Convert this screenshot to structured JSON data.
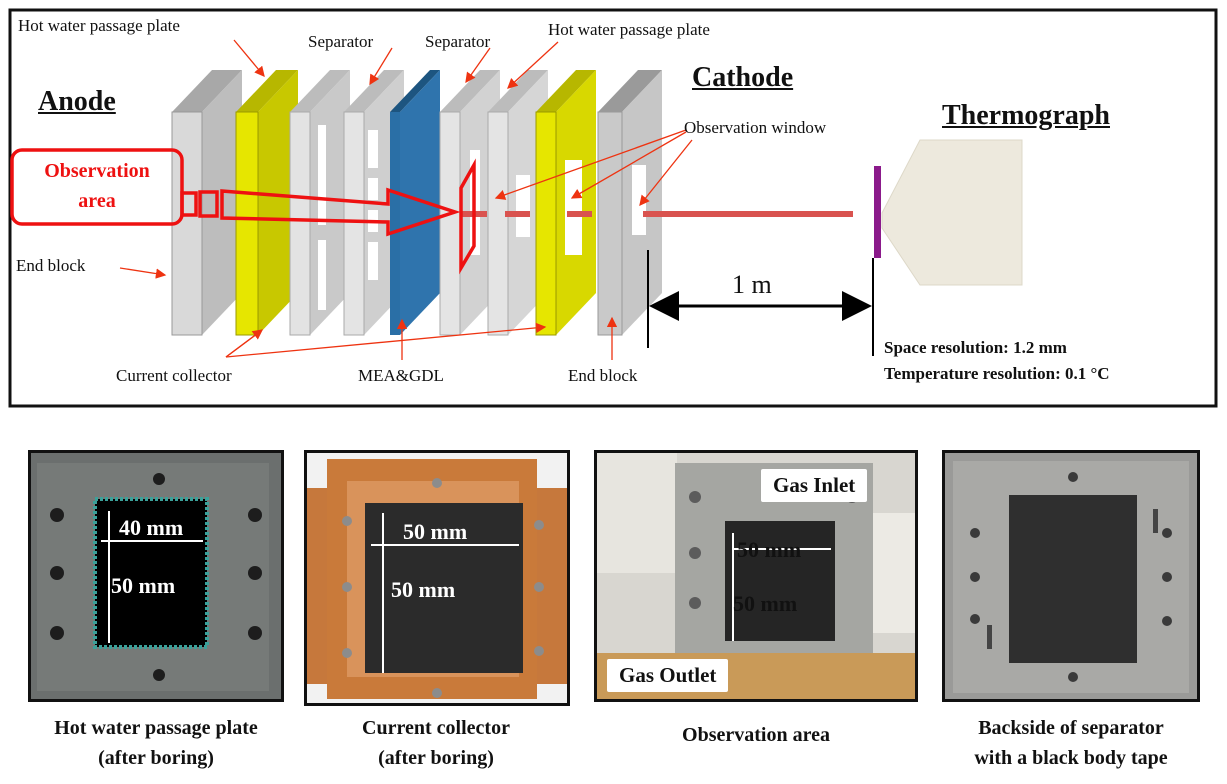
{
  "diagram": {
    "labels": {
      "hot_water_plate_left": "Hot water passage plate",
      "separator_1": "Separator",
      "separator_2": "Separator",
      "hot_water_plate_right": "Hot water passage plate",
      "anode": "Anode",
      "cathode": "Cathode",
      "thermograph": "Thermograph",
      "observation_area_line1": "Observation",
      "observation_area_line2": "area",
      "observation_window": "Observation window",
      "end_block_left": "End block",
      "current_collector": "Current collector",
      "mea_gdl": "MEA&GDL",
      "end_block_right": "End block",
      "distance": "1 m",
      "space_resolution": "Space resolution: 1.2 mm",
      "temperature_resolution": "Temperature resolution: 0.1 °C"
    },
    "colors": {
      "frame": "#111111",
      "plate_gray": "#d6d6d6",
      "plate_yellow": "#e6e600",
      "mea_blue": "#2a6fa6",
      "annotation_red": "#ee1111",
      "beam": "#d9534f",
      "thermograph_bar": "#8b1a8b",
      "thermograph_body": "#ede9dd"
    }
  },
  "photos": [
    {
      "caption_line1": "Hot water passage plate",
      "caption_line2": "(after boring)",
      "dims": [
        "40 mm",
        "50 mm"
      ]
    },
    {
      "caption_line1": "Current  collector",
      "caption_line2": "(after boring)",
      "dims": [
        "50 mm",
        "50 mm"
      ]
    },
    {
      "caption_line1": "Observation  area",
      "caption_line2": "",
      "dims": [
        "50 mm",
        "50 mm"
      ],
      "tags": [
        "Gas Inlet",
        "Gas Outlet"
      ]
    },
    {
      "caption_line1": "Backside of separator",
      "caption_line2": "with a black body tape",
      "dims": []
    }
  ]
}
